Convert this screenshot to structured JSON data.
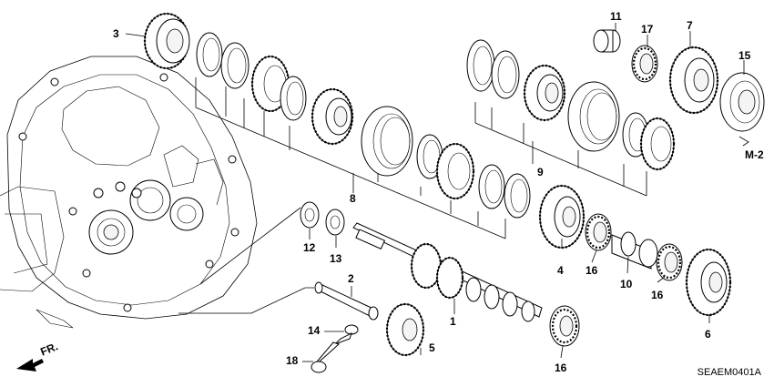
{
  "diagram": {
    "code": "SEAEM0401A",
    "page_reference": "M-2",
    "direction_marker": "FR.",
    "callouts": [
      {
        "id": "c1",
        "text": "1"
      },
      {
        "id": "c2",
        "text": "2"
      },
      {
        "id": "c3",
        "text": "3"
      },
      {
        "id": "c4",
        "text": "4"
      },
      {
        "id": "c5",
        "text": "5"
      },
      {
        "id": "c6",
        "text": "6"
      },
      {
        "id": "c7",
        "text": "7"
      },
      {
        "id": "c8",
        "text": "8"
      },
      {
        "id": "c9",
        "text": "9"
      },
      {
        "id": "c10",
        "text": "10"
      },
      {
        "id": "c11",
        "text": "11"
      },
      {
        "id": "c12",
        "text": "12"
      },
      {
        "id": "c13",
        "text": "13"
      },
      {
        "id": "c14",
        "text": "14"
      },
      {
        "id": "c15",
        "text": "15"
      },
      {
        "id": "c16a",
        "text": "16"
      },
      {
        "id": "c16b",
        "text": "16"
      },
      {
        "id": "c16c",
        "text": "16"
      },
      {
        "id": "c17",
        "text": "17"
      },
      {
        "id": "c18",
        "text": "18"
      }
    ]
  }
}
